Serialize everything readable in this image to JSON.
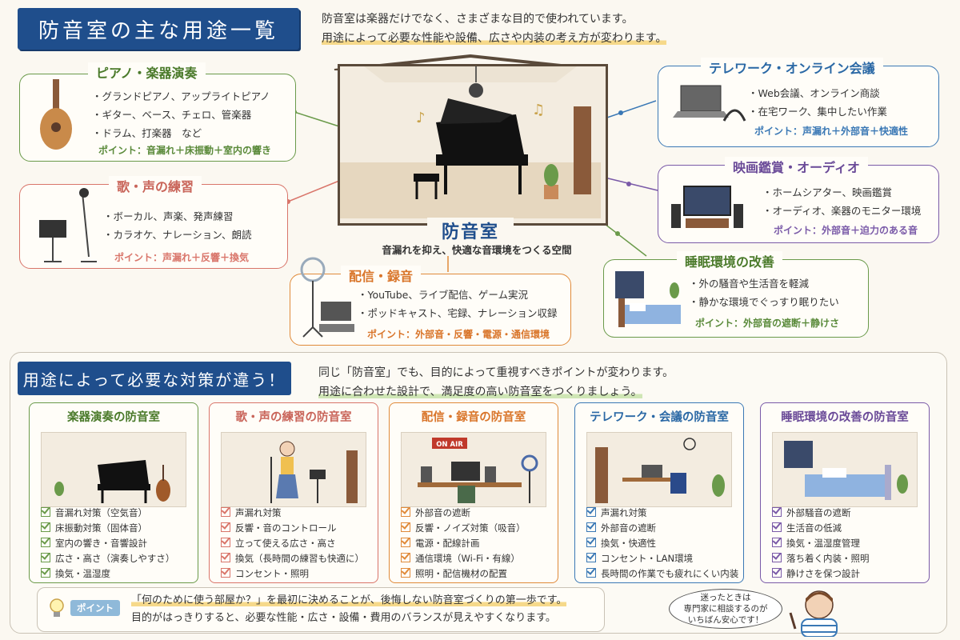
{
  "title": "防音室の主な用途一覧",
  "intro": [
    "防音室は楽器だけでなく、さまざまな目的で使われています。",
    "用途によって必要な性能や設備、広さや内装の考え方が変わります。"
  ],
  "center": {
    "label": "防音室",
    "subtitle": "音漏れを抑え、快適な音環境をつくる空間"
  },
  "use_cards": [
    {
      "title": "ピアノ・楽器演奏",
      "items": [
        "グランドピアノ、アップライトピアノ",
        "ギター、ベース、チェロ、管楽器",
        "ドラム、打楽器　など"
      ],
      "point": "ポイント：音漏れ＋床振動＋室内の響き",
      "color": "#6a9a4a"
    },
    {
      "title": "歌・声の練習",
      "items": [
        "ボーカル、声楽、発声練習",
        "カラオケ、ナレーション、朗読"
      ],
      "point": "ポイント：声漏れ＋反響＋換気",
      "color": "#d9756a"
    },
    {
      "title": "配信・録音",
      "items": [
        "YouTube、ライブ配信、ゲーム実況",
        "ポッドキャスト、宅録、ナレーション収録"
      ],
      "point": "ポイント：外部音・反響・電源・通信環境",
      "color": "#e08a3a"
    },
    {
      "title": "テレワーク・オンライン会議",
      "items": [
        "Web会議、オンライン商談",
        "在宅ワーク、集中したい作業"
      ],
      "point": "ポイント：声漏れ＋外部音＋快適性",
      "color": "#3a78b5"
    },
    {
      "title": "映画鑑賞・オーディオ",
      "items": [
        "ホームシアター、映画鑑賞",
        "オーディオ、楽器のモニター環境"
      ],
      "point": "ポイント：外部音＋迫力のある音",
      "color": "#7a5aa8"
    },
    {
      "title": "睡眠環境の改善",
      "items": [
        "外の騒音や生活音を軽減",
        "静かな環境でぐっすり眠りたい"
      ],
      "point": "ポイント：外部音の遮断＋静けさ",
      "color": "#6a9a4a"
    }
  ],
  "section2": {
    "title": "用途によって必要な対策が違う！",
    "intro": [
      "同じ「防音室」でも、目的によって重視すべきポイントが変わります。",
      "用途に合わせた設計で、満足度の高い防音室をつくりましょう。"
    ]
  },
  "room_cards": [
    {
      "title": "楽器演奏の防音室",
      "color": "#6a9a4a",
      "items": [
        "音漏れ対策（空気音）",
        "床振動対策（固体音）",
        "室内の響き・音響設計",
        "広さ・高さ（演奏しやすさ）",
        "換気・温湿度"
      ]
    },
    {
      "title": "歌・声の練習の防音室",
      "color": "#d9756a",
      "items": [
        "声漏れ対策",
        "反響・音のコントロール",
        "立って使える広さ・高さ",
        "換気（長時間の練習も快適に）",
        "コンセント・照明"
      ]
    },
    {
      "title": "配信・録音の防音室",
      "color": "#e08a3a",
      "items": [
        "外部音の遮断",
        "反響・ノイズ対策（吸音）",
        "電源・配線計画",
        "通信環境（Wi-Fi・有線）",
        "照明・配信機材の配置"
      ]
    },
    {
      "title": "テレワーク・会議の防音室",
      "color": "#3a78b5",
      "items": [
        "声漏れ対策",
        "外部音の遮断",
        "換気・快適性",
        "コンセント・LAN環境",
        "長時間の作業でも疲れにくい内装"
      ]
    },
    {
      "title": "睡眠環境の改善の防音室",
      "color": "#7a5aa8",
      "items": [
        "外部騒音の遮断",
        "生活音の低減",
        "換気・温湿度管理",
        "落ち着く内装・照明",
        "静けさを保つ設計"
      ]
    }
  ],
  "room_labels": {
    "on_air": "ON AIR"
  },
  "point_box": {
    "badge": "ポイント",
    "lines": [
      "「何のために使う部屋か？」を最初に決めることが、後悔しない防音室づくりの第一歩です。",
      "目的がはっきりすると、必要な性能・広さ・設備・費用のバランスが見えやすくなります。"
    ]
  },
  "bubble": [
    "迷ったときは",
    "専門家に相談するのが",
    "いちばん安心です！"
  ]
}
